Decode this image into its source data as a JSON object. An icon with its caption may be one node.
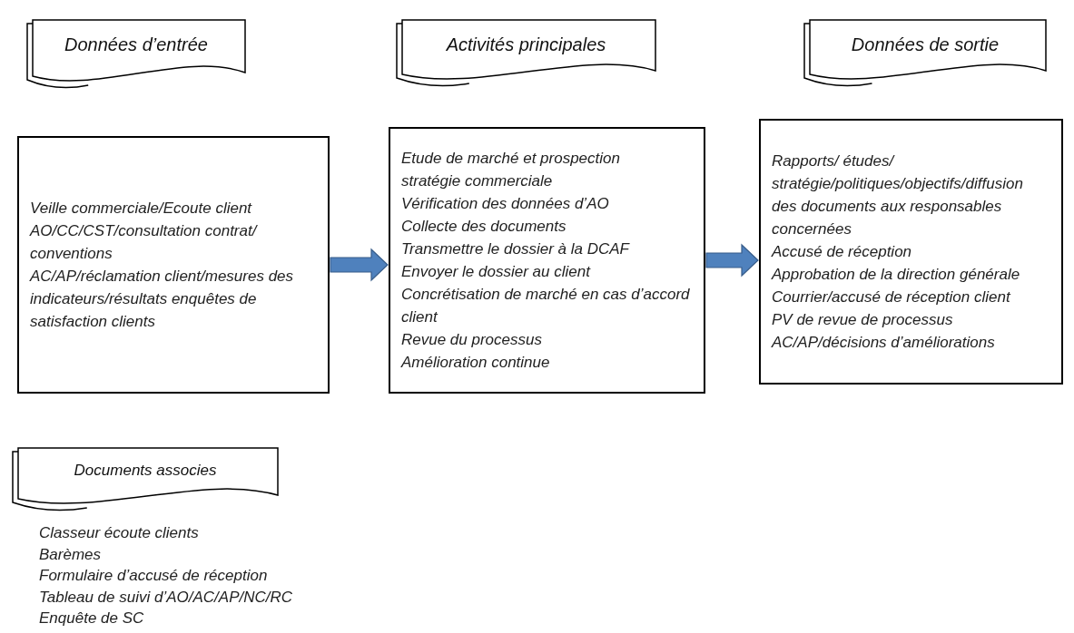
{
  "diagram": {
    "nodes": [
      {
        "text": [
          "Données d’entrée"
        ]
      },
      {
        "text": [
          "Activités principales"
        ]
      },
      {
        "text": [
          "Données de sortie"
        ]
      },
      {
        "text": [
          "Veille commerciale/Ecoute client",
          "AO/CC/CST/consultation contrat/ conventions",
          "AC/AP/réclamation client/mesures des indicateurs/résultats enquêtes de satisfaction clients"
        ]
      },
      {
        "text": [
          "Etude de marché et prospection",
          "stratégie commerciale",
          "Vérification des données d’AO",
          "Collecte des documents",
          "Transmettre le dossier à la DCAF",
          "Envoyer le dossier au client",
          "Concrétisation de marché en cas d’accord client",
          "Revue du processus",
          "Amélioration continue"
        ]
      },
      {
        "text": [
          "Rapports/ études/ stratégie/politiques/objectifs/diffusion des documents aux responsables concernées",
          "Accusé de réception",
          "Approbation de la direction générale",
          "Courrier/accusé de réception client",
          "PV de revue de processus",
          "AC/AP/décisions d’améliorations"
        ]
      },
      {
        "text": [
          "Documents associes"
        ]
      }
    ],
    "edges": [
      {
        "from": 3,
        "to": 4,
        "arrow": "to"
      },
      {
        "from": 4,
        "to": 5,
        "arrow": "to"
      }
    ],
    "labels": [
      "Classeur écoute clients",
      "Barèmes",
      "Formulaire d’accusé de réception",
      "Tableau de suivi d’AO/AC/AP/NC/RC",
      "Enquête de SC"
    ]
  }
}
